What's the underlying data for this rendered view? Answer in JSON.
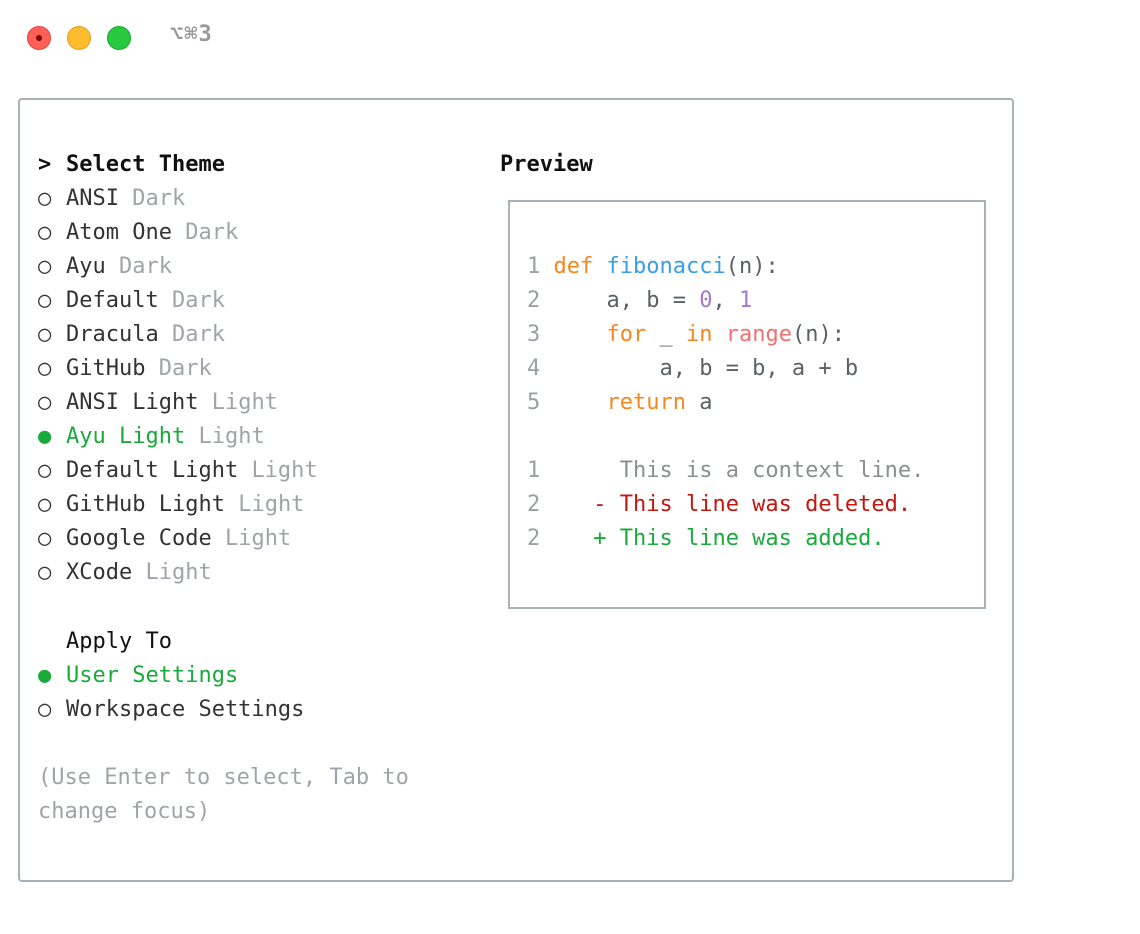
{
  "window": {
    "shortcut": "⌥⌘3"
  },
  "theme_section": {
    "heading": "Select Theme",
    "cursor": ">",
    "items": [
      {
        "name": "ANSI",
        "variant": "Dark",
        "marker": "○",
        "selected": false
      },
      {
        "name": "Atom One",
        "variant": "Dark",
        "marker": "○",
        "selected": false
      },
      {
        "name": "Ayu",
        "variant": "Dark",
        "marker": "○",
        "selected": false
      },
      {
        "name": "Default",
        "variant": "Dark",
        "marker": "○",
        "selected": false
      },
      {
        "name": "Dracula",
        "variant": "Dark",
        "marker": "○",
        "selected": false
      },
      {
        "name": "GitHub",
        "variant": "Dark",
        "marker": "○",
        "selected": false
      },
      {
        "name": "ANSI Light",
        "variant": "Light",
        "marker": "○",
        "selected": false
      },
      {
        "name": "Ayu Light",
        "variant": "Light",
        "marker": "●",
        "selected": true
      },
      {
        "name": "Default Light",
        "variant": "Light",
        "marker": "○",
        "selected": false
      },
      {
        "name": "GitHub Light",
        "variant": "Light",
        "marker": "○",
        "selected": false
      },
      {
        "name": "Google Code",
        "variant": "Light",
        "marker": "○",
        "selected": false
      },
      {
        "name": "XCode",
        "variant": "Light",
        "marker": "○",
        "selected": false
      }
    ]
  },
  "apply_section": {
    "heading": "Apply To",
    "items": [
      {
        "name": "User Settings",
        "marker": "●",
        "selected": true
      },
      {
        "name": "Workspace Settings",
        "marker": "○",
        "selected": false
      }
    ]
  },
  "help_text": {
    "line1": "(Use Enter to select, Tab to",
    "line2": "change focus)"
  },
  "preview": {
    "heading": "Preview",
    "code": {
      "l1": {
        "num": "1",
        "kw": "def",
        "fn": "fibonacci",
        "rest": "(n):"
      },
      "l2": {
        "num": "2",
        "a": "a, b = ",
        "n0": "0",
        "sep": ", ",
        "n1": "1"
      },
      "l3": {
        "num": "3",
        "kw_for": "for",
        "mid": " _ ",
        "kw_in": "in",
        "builtin": "range",
        "rest": "(n):"
      },
      "l4": {
        "num": "4",
        "text": "a, b = b, a + b"
      },
      "l5": {
        "num": "5",
        "kw": "return",
        "rest": " a"
      }
    },
    "diff": {
      "context": {
        "num": "1",
        "text": "This is a context line."
      },
      "deleted": {
        "num": "2",
        "sign": "-",
        "text": "This line was deleted."
      },
      "added": {
        "num": "2",
        "sign": "+",
        "text": "This line was added."
      }
    }
  },
  "colors": {
    "selected": "#1aaa3c",
    "dim": "#a0a4aa",
    "keyword": "#f5871f",
    "function": "#399ee6",
    "number": "#a37acc",
    "builtin": "#f07171",
    "deleted": "#c4160f",
    "added": "#1aaa3c",
    "border": "#a8b0b8"
  }
}
